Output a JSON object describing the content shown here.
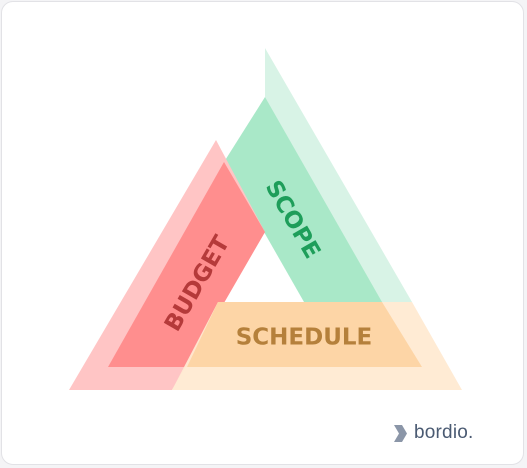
{
  "diagram": {
    "labels": {
      "scope": "SCOPE",
      "budget": "BUDGET",
      "schedule": "SCHEDULE"
    },
    "colors": {
      "scope_outer": "#d8f3e6",
      "scope_inner": "#a9e8c8",
      "scope_text": "#1e9e5a",
      "budget_outer": "#ffc5c5",
      "budget_inner": "#ff8e8e",
      "budget_text": "#b53a3a",
      "schedule_outer": "#ffead2",
      "schedule_inner": "#fdd5a6",
      "schedule_text": "#b5803b"
    }
  },
  "brand": {
    "name": "bordio."
  }
}
